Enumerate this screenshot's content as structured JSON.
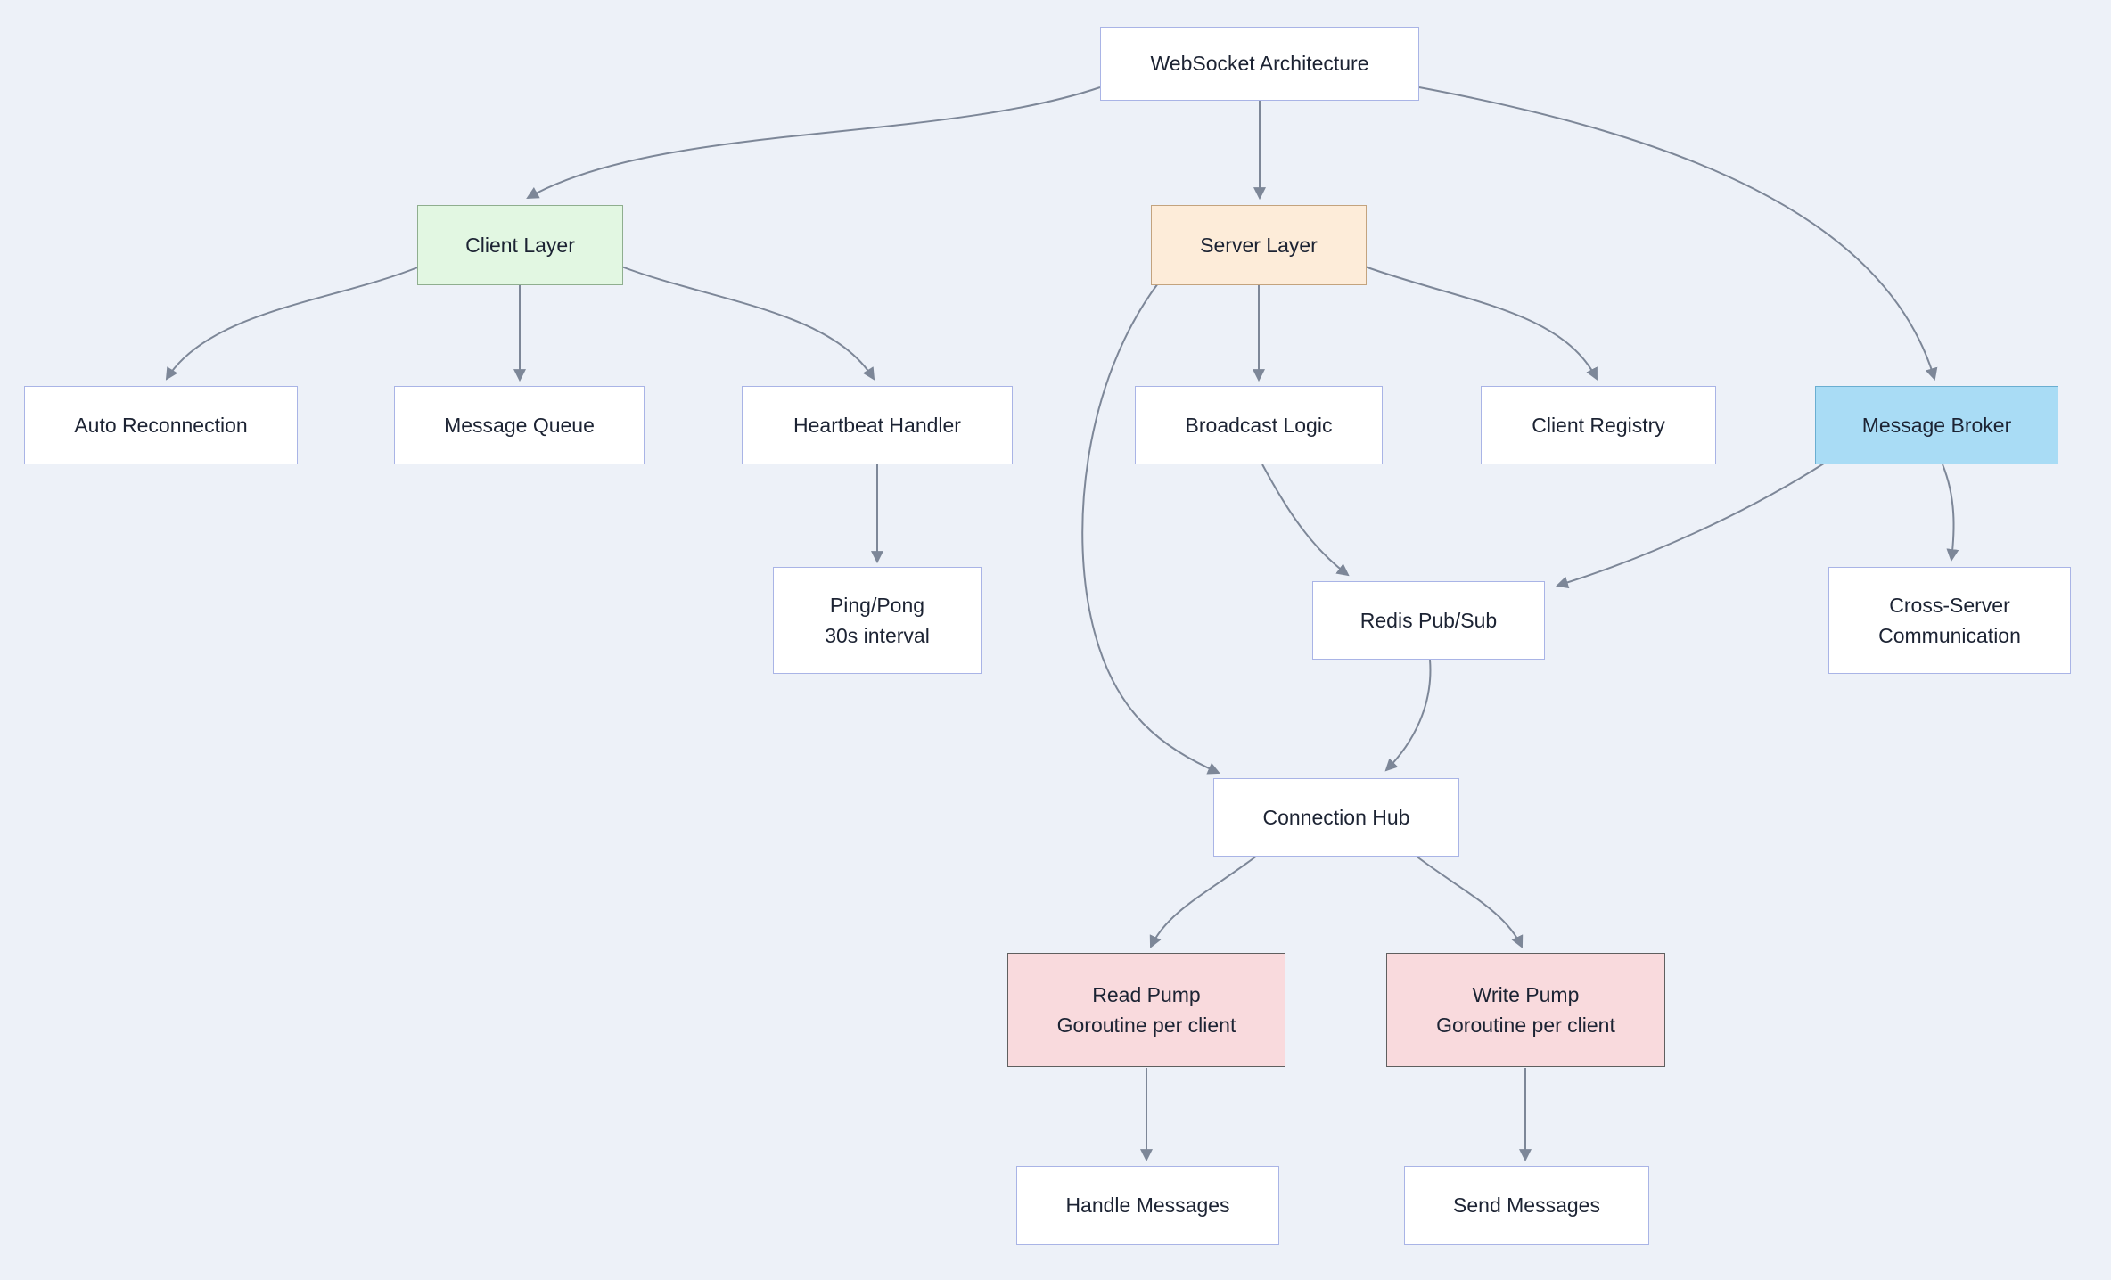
{
  "diagram": {
    "type": "flowchart",
    "title": "WebSocket Architecture",
    "colors": {
      "background": "#edf1f8",
      "node_fill": "#ffffff",
      "node_border": "#a9b4e6",
      "client_layer_fill": "#e2f7e2",
      "server_layer_fill": "#fdecd9",
      "message_broker_fill": "#a9dcf5",
      "pump_fill": "#f9dadd",
      "edge": "#7d8798",
      "text": "#1c2333"
    },
    "nodes": {
      "root": {
        "label": "WebSocket Architecture"
      },
      "client_layer": {
        "label": "Client Layer"
      },
      "server_layer": {
        "label": "Server Layer"
      },
      "auto_reconnection": {
        "label": "Auto Reconnection"
      },
      "message_queue": {
        "label": "Message Queue"
      },
      "heartbeat_handler": {
        "label": "Heartbeat Handler"
      },
      "broadcast_logic": {
        "label": "Broadcast Logic"
      },
      "client_registry": {
        "label": "Client Registry"
      },
      "message_broker": {
        "label": "Message Broker"
      },
      "ping_pong": {
        "line1": "Ping/Pong",
        "line2": "30s interval"
      },
      "redis_pubsub": {
        "label": "Redis Pub/Sub"
      },
      "cross_server": {
        "line1": "Cross-Server",
        "line2": "Communication"
      },
      "connection_hub": {
        "label": "Connection Hub"
      },
      "read_pump": {
        "line1": "Read Pump",
        "line2": "Goroutine per client"
      },
      "write_pump": {
        "line1": "Write Pump",
        "line2": "Goroutine per client"
      },
      "handle_messages": {
        "label": "Handle Messages"
      },
      "send_messages": {
        "label": "Send Messages"
      }
    },
    "edges": [
      {
        "from": "root",
        "to": "client_layer"
      },
      {
        "from": "root",
        "to": "server_layer"
      },
      {
        "from": "root",
        "to": "message_broker"
      },
      {
        "from": "client_layer",
        "to": "auto_reconnection"
      },
      {
        "from": "client_layer",
        "to": "message_queue"
      },
      {
        "from": "client_layer",
        "to": "heartbeat_handler"
      },
      {
        "from": "heartbeat_handler",
        "to": "ping_pong"
      },
      {
        "from": "server_layer",
        "to": "broadcast_logic"
      },
      {
        "from": "server_layer",
        "to": "client_registry"
      },
      {
        "from": "server_layer",
        "to": "connection_hub"
      },
      {
        "from": "broadcast_logic",
        "to": "redis_pubsub"
      },
      {
        "from": "message_broker",
        "to": "redis_pubsub"
      },
      {
        "from": "message_broker",
        "to": "cross_server"
      },
      {
        "from": "redis_pubsub",
        "to": "connection_hub"
      },
      {
        "from": "connection_hub",
        "to": "read_pump"
      },
      {
        "from": "connection_hub",
        "to": "write_pump"
      },
      {
        "from": "read_pump",
        "to": "handle_messages"
      },
      {
        "from": "write_pump",
        "to": "send_messages"
      }
    ]
  }
}
